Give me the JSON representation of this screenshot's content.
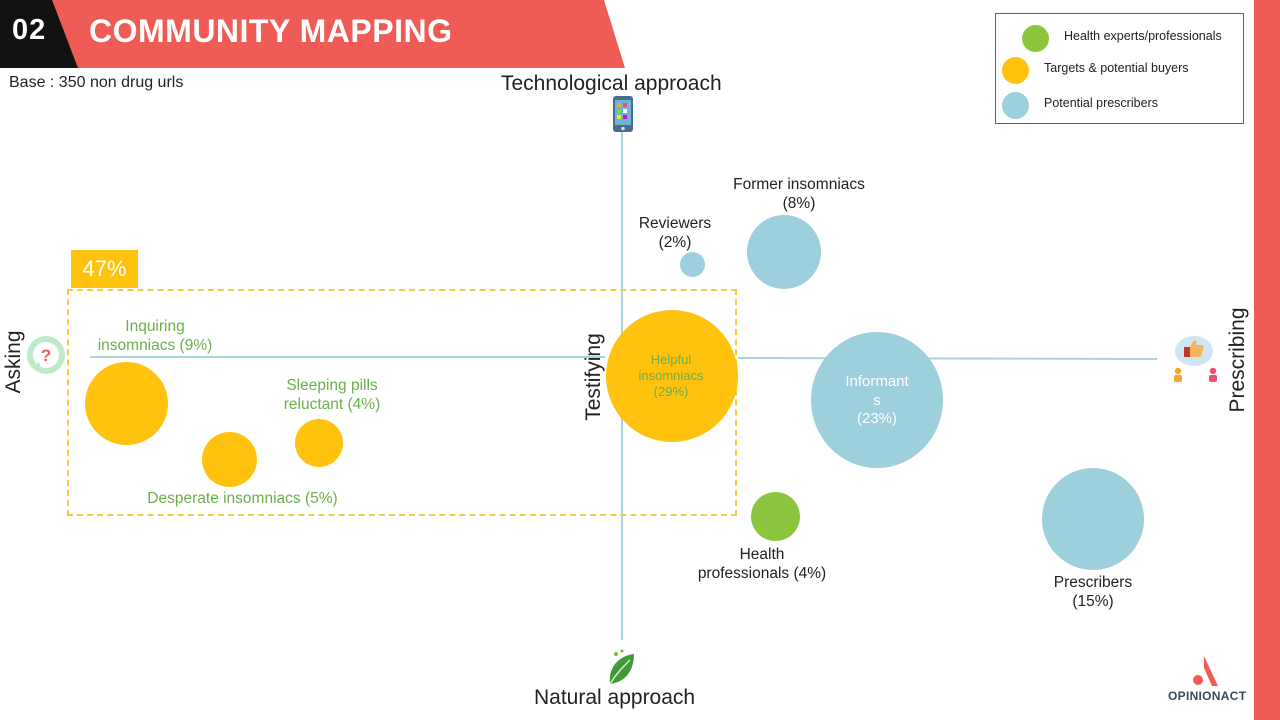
{
  "header": {
    "section_number": "02",
    "title": "COMMUNITY MAPPING",
    "base_note": "Base : 350 non drug urls"
  },
  "axes": {
    "top": "Technological approach",
    "bottom": "Natural approach",
    "left": "Asking",
    "right": "Prescribing",
    "center": "Testifying"
  },
  "legend": [
    {
      "label": "Health experts/professionals",
      "color": "#8cc63f"
    },
    {
      "label": "Targets & potential buyers",
      "color": "#ffc20e"
    },
    {
      "label": "Potential prescribers",
      "color": "#9ecfdc"
    }
  ],
  "highlight": {
    "percent": "47%"
  },
  "icons": {
    "top": "smartphone-icon",
    "bottom": "leaf-icon",
    "left": "question-bubble-icon",
    "right": "thumbs-up-people-icon"
  },
  "chart_data": {
    "type": "bubble",
    "series": [
      {
        "name": "Inquiring insomniacs",
        "label_line1": "Inquiring",
        "label_line2": "insomniacs (9%)",
        "share": 9,
        "group": "Targets & potential buyers",
        "color": "#ffc20e"
      },
      {
        "name": "Desperate insomniacs",
        "label_line1": "Desperate insomniacs (5%)",
        "share": 5,
        "group": "Targets & potential buyers",
        "color": "#ffc20e"
      },
      {
        "name": "Sleeping pills reluctant",
        "label_line1": "Sleeping pills",
        "label_line2": "reluctant (4%)",
        "share": 4,
        "group": "Targets & potential buyers",
        "color": "#ffc20e"
      },
      {
        "name": "Helpful insomniacs",
        "label_line1": "Helpful",
        "label_line2": "insomniacs",
        "label_line3": "(29%)",
        "share": 29,
        "group": "Targets & potential buyers",
        "color": "#ffc20e"
      },
      {
        "name": "Reviewers",
        "label_line1": "Reviewers",
        "label_line2": "(2%)",
        "share": 2,
        "group": "Potential prescribers",
        "color": "#9ecfdc"
      },
      {
        "name": "Former insomniacs",
        "label_line1": "Former insomniacs",
        "label_line2": "(8%)",
        "share": 8,
        "group": "Potential prescribers",
        "color": "#9ecfdc"
      },
      {
        "name": "Informants",
        "label_line1": "Informant",
        "label_line2": "s",
        "label_line3": "(23%)",
        "share": 23,
        "group": "Potential prescribers",
        "color": "#9ecfdc"
      },
      {
        "name": "Health professionals",
        "label_line1": "Health",
        "label_line2": "professionals (4%)",
        "share": 4,
        "group": "Health experts/professionals",
        "color": "#8cc63f"
      },
      {
        "name": "Prescribers",
        "label_line1": "Prescribers",
        "label_line2": "(15%)",
        "share": 15,
        "group": "Potential prescribers",
        "color": "#9ecfdc"
      }
    ]
  },
  "brand": {
    "logo_text": "OPINIONACT",
    "logo_color": "#ef5b55"
  }
}
